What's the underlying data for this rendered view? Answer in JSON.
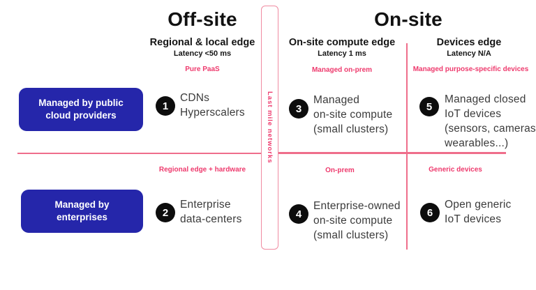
{
  "colors": {
    "accent_blue": "#2526aa",
    "pink_line": "#ef6e8b",
    "pink_text": "#ee3a6d",
    "circle_black": "#0d0d0d"
  },
  "sections": {
    "left_title": "Off-site",
    "right_title": "On-site"
  },
  "divider": {
    "label": "Last mile networks"
  },
  "columns": [
    {
      "name": "Regional & local edge",
      "latency": "Latency <50 ms",
      "top_tag": "Pure PaaS",
      "bottom_tag": "Regional edge + hardware"
    },
    {
      "name": "On-site compute edge",
      "latency": "Latency 1 ms",
      "top_tag": "Managed on-prem",
      "bottom_tag": "On-prem"
    },
    {
      "name": "Devices edge",
      "latency": "Latency N/A",
      "top_tag": "Managed purpose-specific devices",
      "bottom_tag": "Generic devices"
    }
  ],
  "row_labels": [
    {
      "label": "Managed by public cloud providers"
    },
    {
      "label": "Managed by enterprises"
    }
  ],
  "cells": [
    {
      "number": "1",
      "text": "CDNs\nHyperscalers"
    },
    {
      "number": "2",
      "text": "Enterprise\ndata-centers"
    },
    {
      "number": "3",
      "text": "Managed\non-site compute\n(small clusters)"
    },
    {
      "number": "4",
      "text": "Enterprise-owned\non-site compute\n(small clusters)"
    },
    {
      "number": "5",
      "text": "Managed closed\nIoT devices\n(sensors, cameras,\nwearables...)"
    },
    {
      "number": "6",
      "text": "Open generic\nIoT devices"
    }
  ]
}
